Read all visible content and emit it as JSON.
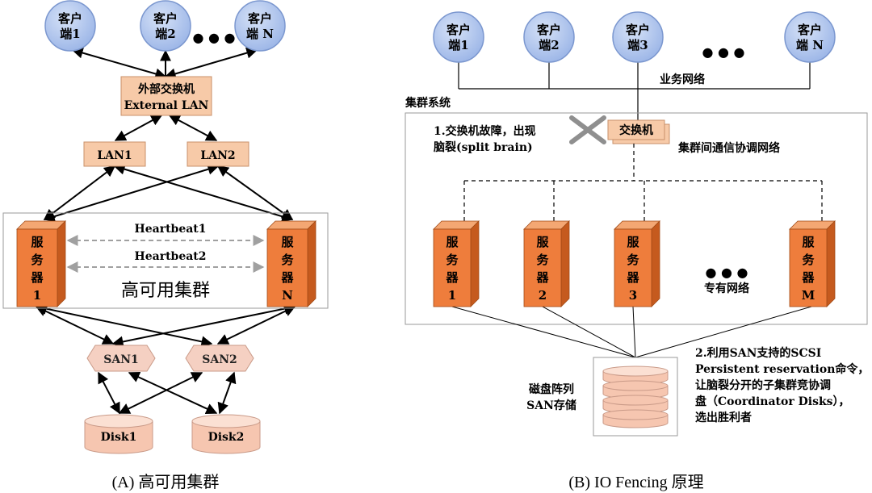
{
  "left": {
    "clients": [
      {
        "line1": "客户",
        "line2": "端1"
      },
      {
        "line1": "客户",
        "line2": "端2"
      },
      {
        "line1": "客户",
        "line2": "端 N"
      }
    ],
    "ellipsis": "● ● ●",
    "external_switch": {
      "line1": "外部交换机",
      "line2": "External LAN"
    },
    "lan1": "LAN1",
    "lan2": "LAN2",
    "heartbeat1": "Heartbeat1",
    "heartbeat2": "Heartbeat2",
    "server1": {
      "chars": [
        "服",
        "务",
        "器",
        "1"
      ]
    },
    "serverN": {
      "chars": [
        "服",
        "务",
        "器",
        "N"
      ]
    },
    "cluster_label": "高可用集群",
    "san1": "SAN1",
    "san2": "SAN2",
    "disk1": "Disk1",
    "disk2": "Disk2",
    "caption": "(A) 高可用集群"
  },
  "right": {
    "clients": [
      {
        "line1": "客户",
        "line2": "端1"
      },
      {
        "line1": "客户",
        "line2": "端2"
      },
      {
        "line1": "客户",
        "line2": "端3"
      },
      {
        "line1": "客户",
        "line2": "端 N"
      }
    ],
    "ellipsis_clients": "● ● ●",
    "business_network": "业务网络",
    "cluster_system": "集群系统",
    "note1": {
      "line1": "1.交换机故障，出现",
      "line2": "脑裂(split brain)"
    },
    "switch": "交换机",
    "coord_network": "集群间通信协调网络",
    "servers": [
      {
        "chars": [
          "服",
          "务",
          "器",
          "1"
        ]
      },
      {
        "chars": [
          "服",
          "务",
          "器",
          "2"
        ]
      },
      {
        "chars": [
          "服",
          "务",
          "器",
          "3"
        ]
      },
      {
        "chars": [
          "服",
          "务",
          "器",
          "M"
        ]
      }
    ],
    "ellipsis_servers": "● ● ●",
    "private_network": "专有网络",
    "storage": {
      "line1": "磁盘阵列",
      "line2": "SAN存储"
    },
    "note2": {
      "line1": "2.利用SAN支持的SCSI",
      "line2": "Persistent reservation命令，",
      "line3": "让脑裂分开的子集群竞协调",
      "line4": "盘（Coordinator Disks），",
      "line5": "选出胜利者"
    },
    "caption": "(B) IO Fencing 原理"
  },
  "colors": {
    "client_fill": "#a9c1ec",
    "client_stroke": "#7b97cf",
    "box_fill": "#f7caa8",
    "box_stroke": "#c8906a",
    "server_front": "#ee7d3c",
    "server_side": "#c55a1e",
    "server_top": "#f4a773",
    "san_fill": "#f5d0c2",
    "disk_fill": "#f6c6b0"
  }
}
